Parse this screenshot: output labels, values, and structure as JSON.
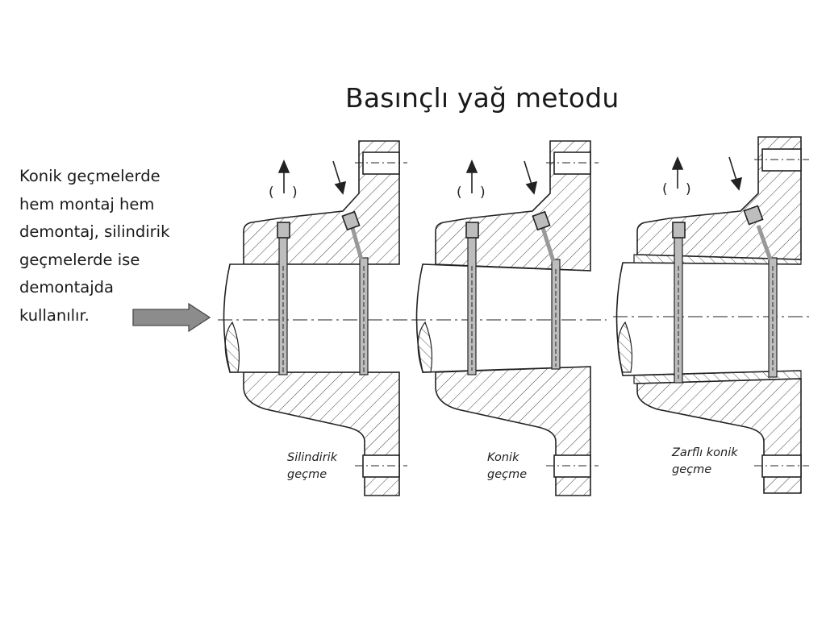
{
  "slide": {
    "title": "Basınçlı yağ metodu",
    "side_text_lines": [
      "Konik geçmelerde",
      "hem montaj hem",
      "demontaj, silindirik",
      "geçmelerde ise",
      "demontajda",
      "kullanılır."
    ]
  },
  "figures": [
    {
      "caption_lines": [
        "Silindirik",
        "geçme"
      ]
    },
    {
      "caption_lines": [
        "Konik",
        "geçme"
      ]
    },
    {
      "caption_lines": [
        "Zarflı konik",
        "geçme"
      ]
    }
  ],
  "colors": {
    "text": "#1a1a1a",
    "pointer_arrow": "#8c8c8c",
    "line": "#222222",
    "oil_channel": "#bdbdbd"
  }
}
